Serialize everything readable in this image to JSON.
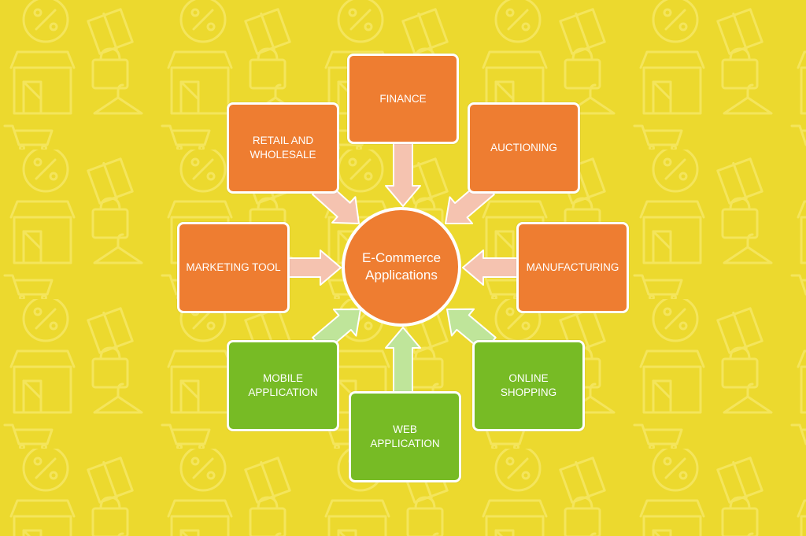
{
  "colors": {
    "background": "#ecd92e",
    "node_orange": "#ee7d31",
    "node_green": "#77bb25",
    "arrow_orange": "#f5c3b0",
    "arrow_green": "#bfe59a",
    "border": "#ffffff"
  },
  "hub": {
    "label": "E-Commerce\nApplications"
  },
  "nodes": {
    "finance": {
      "label": "FINANCE"
    },
    "retail": {
      "label": "RETAIL AND\nWHOLESALE"
    },
    "auctioning": {
      "label": "AUCTIONING"
    },
    "marketing": {
      "label": "MARKETING TOOL"
    },
    "manufacturing": {
      "label": "MANUFACTURING"
    },
    "mobile": {
      "label": "MOBILE\nAPPLICATION"
    },
    "web": {
      "label": "WEB\nAPPLICATION"
    },
    "online": {
      "label": "ONLINE\nSHOPPING"
    }
  },
  "background_icons": [
    "shop-icon",
    "percent-tag-icon",
    "shopping-bag-icon",
    "gift-icon",
    "credit-card-icon",
    "hanger-icon",
    "cart-icon",
    "price-tag-icon",
    "magnifier-icon",
    "laptop-icon"
  ]
}
